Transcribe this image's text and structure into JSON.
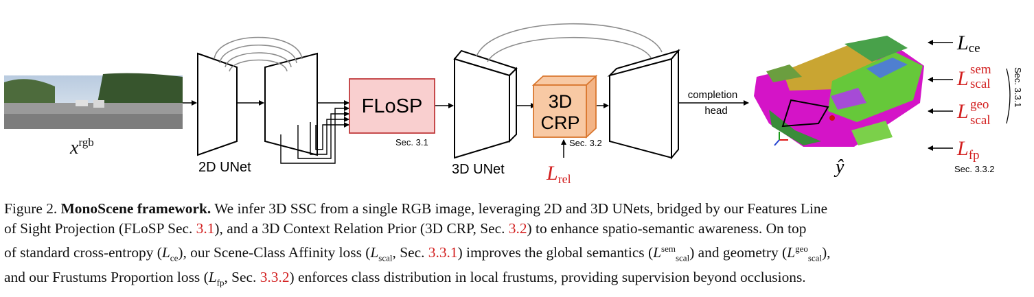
{
  "figure": {
    "input_label": "x",
    "input_label_sup": "rgb",
    "unet2d_label": "2D UNet",
    "flosp_label": "FLoSP",
    "flosp_ref": "Sec. 3.1",
    "unet3d_label": "3D UNet",
    "crp_label_line1": "3D",
    "crp_label_line2": "CRP",
    "crp_ref": "Sec. 3.2",
    "rel_loss": "L",
    "rel_loss_sub": "rel",
    "head_label_line1": "completion",
    "head_label_line2": "head",
    "output_label": "ŷ",
    "loss_ce": "L",
    "loss_ce_sub": "ce",
    "loss_sem": "L",
    "loss_sem_sup": "sem",
    "loss_sem_sub": "scal",
    "loss_geo": "L",
    "loss_geo_sup": "geo",
    "loss_geo_sub": "scal",
    "loss_fp": "L",
    "loss_fp_sub": "fp",
    "scal_ref": "Sec. 3.3.1",
    "fp_ref": "Sec. 3.3.2",
    "colors": {
      "flosp_fill": "#f9cfcf",
      "flosp_stroke": "#c0393b",
      "crp_fill": "#f8c9a4",
      "crp_stroke": "#d9772f",
      "loss_red": "#d21f1f",
      "skip_gray": "#8c8c8c"
    }
  },
  "caption": {
    "label": "Figure 2.",
    "title": "MonoScene framework.",
    "l1": "We infer 3D SSC from a single RGB image, leveraging 2D and 3D UNets, bridged by our Features Line",
    "l2a": "of Sight Projection (FLoSP Sec. ",
    "ref1": "3.1",
    "l2b": "), and a 3D Context Relation Prior (3D CRP, Sec. ",
    "ref2": "3.2",
    "l2c": ") to enhance spatio-semantic awareness. On top",
    "l3a": "of standard cross-entropy (",
    "l3b": "), our Scene-Class Affinity loss (",
    "l3c": ", Sec. ",
    "ref3": "3.3.1",
    "l3d": ") improves the global semantics (",
    "l3e": ") and geometry (",
    "l3f": "),",
    "l4a": "and our Frustums Proportion loss (",
    "l4b": ", Sec. ",
    "ref4": "3.3.2",
    "l4c": ") enforces class distribution in local frustums, providing supervision beyond occlusions.",
    "sym": "L",
    "ce": "ce",
    "scal": "scal",
    "sem": "sem",
    "geo": "geo",
    "fp": "fp"
  }
}
